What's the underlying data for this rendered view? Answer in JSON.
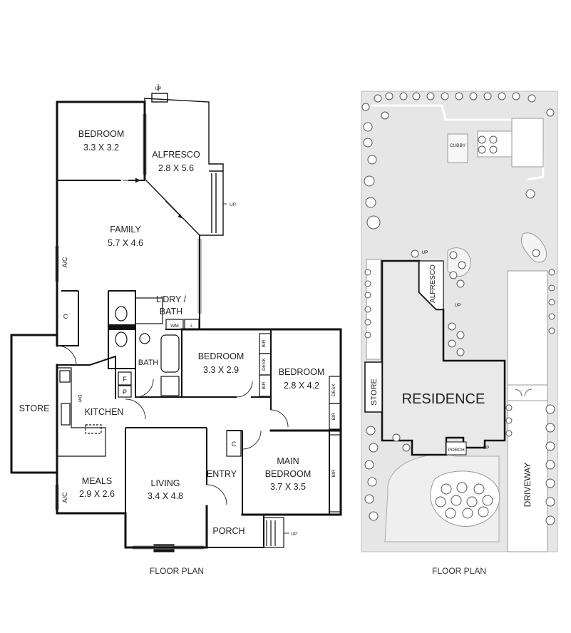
{
  "floor_plan": {
    "caption": "FLOOR PLAN",
    "rooms": {
      "bedroom_nw": {
        "name": "BEDROOM",
        "size": "3.3 X 3.2"
      },
      "alfresco": {
        "name": "ALFRESCO",
        "size": "2.8 X 5.6"
      },
      "family": {
        "name": "FAMILY",
        "size": "5.7 X 4.6"
      },
      "laundry": {
        "name": "L'DRY /",
        "name2": "BATH"
      },
      "bedroom_mid": {
        "name": "BEDROOM",
        "size": "3.3 X 2.9"
      },
      "bedroom_east": {
        "name": "BEDROOM",
        "size": "2.8 X 4.2"
      },
      "store": {
        "name": "STORE"
      },
      "kitchen": {
        "name": "KITCHEN"
      },
      "bath": {
        "name": "BATH"
      },
      "meals": {
        "name": "MEALS",
        "size": "2.9 X 2.6"
      },
      "living": {
        "name": "LIVING",
        "size": "3.4 X 4.8"
      },
      "entry": {
        "name": "ENTRY"
      },
      "main_bedroom": {
        "name": "MAIN",
        "name2": "BEDROOM",
        "size": "3.7 X 3.5"
      },
      "porch": {
        "name": "PORCH"
      }
    },
    "fixtures": {
      "ac_top": "A/C",
      "ac_bottom": "A/C",
      "closet_c1": "C",
      "closet_c2": "C",
      "wm": "WM",
      "l": "L",
      "f": "F",
      "p": "P",
      "dw": "DW",
      "bir_1": "BIR",
      "bir_2": "BIR",
      "bir_3": "BIR",
      "bir_4": "BIR",
      "desk_1": "DESK",
      "desk_2": "DESK",
      "up_top": "UP",
      "up_alfresco": "UP",
      "up_porch": "UP"
    }
  },
  "site_plan": {
    "caption": "FLOOR PLAN",
    "residence": "RESIDENCE",
    "store": "STORE",
    "alfresco": "ALFRESCO",
    "driveway": "DRIVEWAY",
    "cubby": "CUBBY",
    "porch": "PORCH",
    "up_1": "UP",
    "up_2": "UP",
    "up_3": "UP"
  }
}
